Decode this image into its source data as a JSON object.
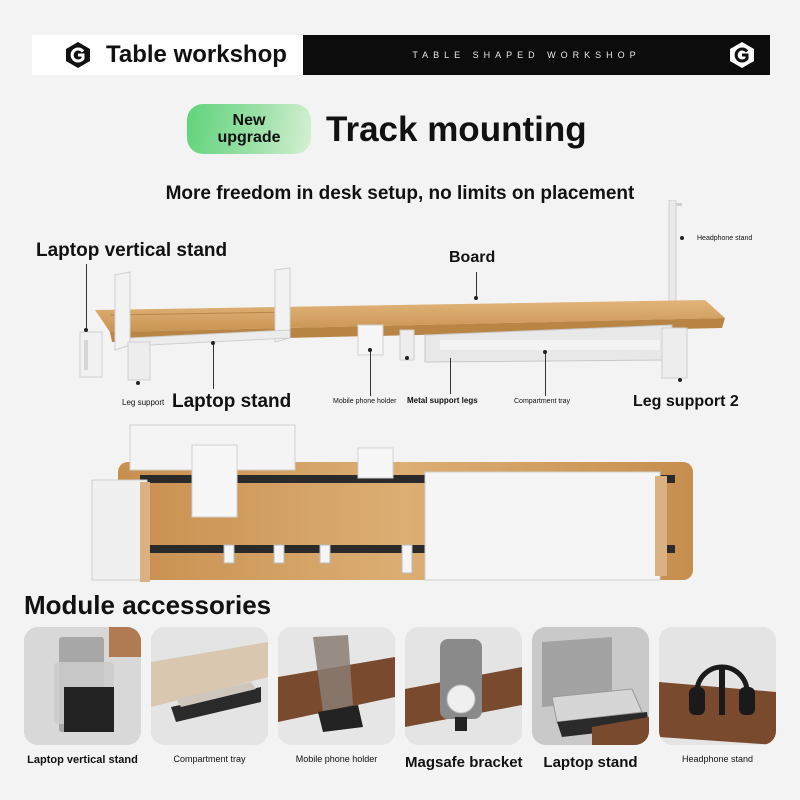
{
  "header": {
    "brand_name": "Table workshop",
    "tagline": "TABLE SHAPED WORKSHOP",
    "logo_icon": "g-hexagon-logo"
  },
  "hero": {
    "badge_line1": "New",
    "badge_line2": "upgrade",
    "title": "Track mounting",
    "subtitle": "More freedom in desk setup, no limits on placement"
  },
  "callouts": {
    "laptop_vertical_stand": "Laptop vertical stand",
    "board": "Board",
    "headphone_stand": "Headphone stand",
    "leg_support": "Leg support",
    "laptop_stand": "Laptop stand",
    "mobile_phone_holder": "Mobile phone holder",
    "metal_support_legs": "Metal support legs",
    "compartment_tray": "Compartment tray",
    "leg_support_2": "Leg support 2"
  },
  "modules": {
    "heading": "Module accessories",
    "items": [
      {
        "label": "Laptop vertical stand",
        "icon": "laptop-vertical-stand-photo"
      },
      {
        "label": "Compartment tray",
        "icon": "compartment-tray-photo"
      },
      {
        "label": "Mobile phone holder",
        "icon": "mobile-phone-holder-photo"
      },
      {
        "label": "Magsafe bracket",
        "icon": "magsafe-bracket-photo"
      },
      {
        "label": "Laptop stand",
        "icon": "laptop-stand-photo"
      },
      {
        "label": "Headphone stand",
        "icon": "headphone-stand-photo"
      }
    ]
  },
  "colors": {
    "accent_green": "#5fd37a",
    "wood": "#d9a866",
    "walnut": "#7a4a2e",
    "header_dark": "#0c0c0c"
  }
}
